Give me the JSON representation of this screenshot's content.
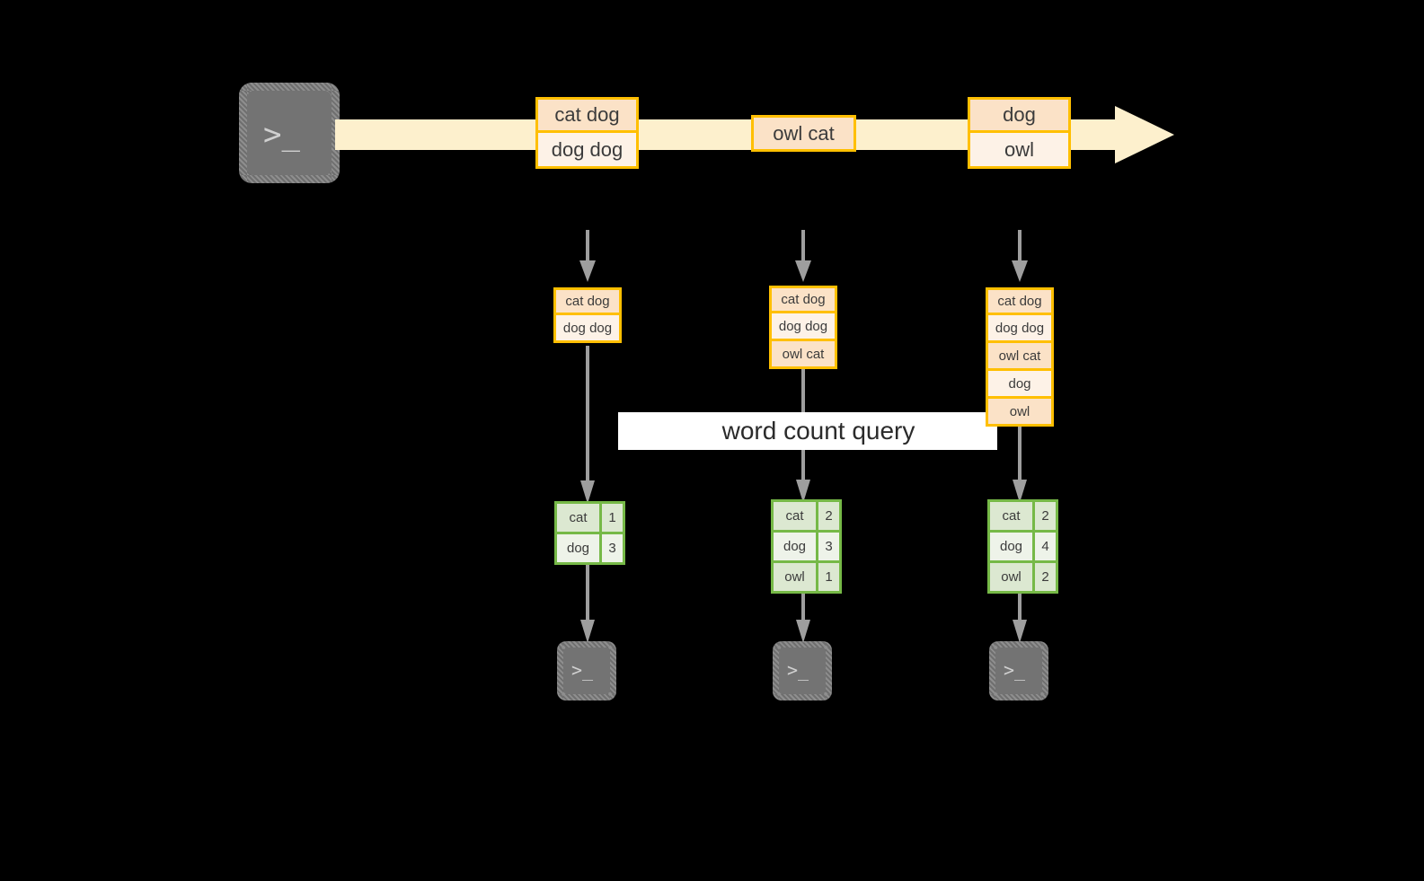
{
  "diagram": {
    "title": "word count query streaming diagram",
    "banner_label": "word count query",
    "colors": {
      "background": "#000000",
      "record_border": "#ffbf00",
      "record_fill_dark": "#fbe2c7",
      "record_fill_light": "#fdf2e7",
      "stream_arrow_fill": "#fdf0cd",
      "table_border": "#76b947",
      "table_fill_dark": "#dce8d1",
      "table_fill_light": "#eef3e9",
      "connector": "#9e9e9e",
      "terminal_fill": "#737373",
      "banner_fill": "#ffffff"
    }
  },
  "source": {
    "icon": "terminal-icon",
    "prompt_glyph": ">_"
  },
  "stream": {
    "icon": "right-arrow-icon",
    "groups": [
      {
        "name": "stream-batch-1",
        "records": [
          "cat dog",
          "dog dog"
        ]
      },
      {
        "name": "stream-batch-2",
        "records": [
          "owl cat"
        ]
      },
      {
        "name": "stream-batch-3",
        "records": [
          "dog",
          "owl"
        ]
      }
    ]
  },
  "columns": [
    {
      "name": "column-1",
      "input_arrow_icon": "dashed-down-arrow-icon",
      "accumulated_records": [
        "cat dog",
        "dog dog"
      ],
      "process_arrow_icon": "down-arrow-icon",
      "result": {
        "rows": [
          {
            "word": "cat",
            "count": "1"
          },
          {
            "word": "dog",
            "count": "3"
          }
        ]
      },
      "output_arrow_icon": "down-arrow-icon",
      "sink": {
        "icon": "terminal-icon",
        "prompt_glyph": ">_"
      }
    },
    {
      "name": "column-2",
      "input_arrow_icon": "dashed-down-arrow-icon",
      "accumulated_records": [
        "cat dog",
        "dog dog",
        "owl cat"
      ],
      "process_arrow_icon": "down-arrow-icon",
      "result": {
        "rows": [
          {
            "word": "cat",
            "count": "2"
          },
          {
            "word": "dog",
            "count": "3"
          },
          {
            "word": "owl",
            "count": "1"
          }
        ]
      },
      "output_arrow_icon": "down-arrow-icon",
      "sink": {
        "icon": "terminal-icon",
        "prompt_glyph": ">_"
      }
    },
    {
      "name": "column-3",
      "input_arrow_icon": "dashed-down-arrow-icon",
      "accumulated_records": [
        "cat dog",
        "dog dog",
        "owl cat",
        "dog",
        "owl"
      ],
      "process_arrow_icon": "down-arrow-icon",
      "result": {
        "rows": [
          {
            "word": "cat",
            "count": "2"
          },
          {
            "word": "dog",
            "count": "4"
          },
          {
            "word": "owl",
            "count": "2"
          }
        ]
      },
      "output_arrow_icon": "down-arrow-icon",
      "sink": {
        "icon": "terminal-icon",
        "prompt_glyph": ">_"
      }
    }
  ]
}
